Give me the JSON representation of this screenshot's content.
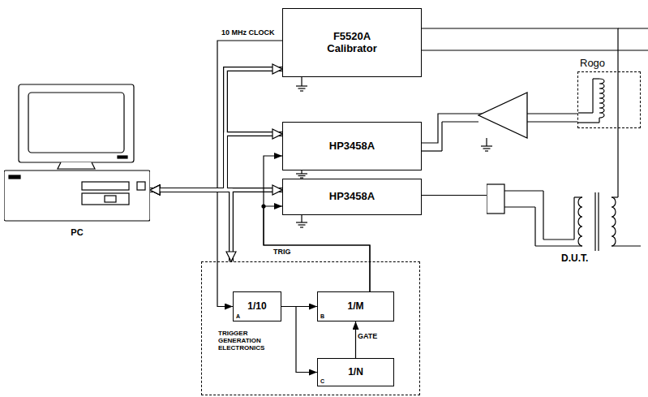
{
  "diagram": {
    "nodes": [
      {
        "text": [
          "F5520A Calibrator"
        ]
      },
      {
        "text": [
          "HP3458A"
        ]
      },
      {
        "text": [
          "Rogo"
        ]
      },
      {
        "text": [
          "HP3458A"
        ]
      },
      {
        "text": [
          "PC"
        ]
      },
      {
        "text": [
          "D.U.T."
        ]
      },
      {
        "text": [
          "TRIGGER GENERATION ELECTRONICS"
        ]
      },
      {
        "text": [
          "1/10",
          "A"
        ],
        "in": 6
      },
      {
        "text": [
          "1/M",
          "B"
        ],
        "in": 6
      },
      {
        "text": [
          "1/N",
          "C"
        ],
        "in": 6
      }
    ],
    "edges": [
      {
        "from": 0,
        "to": 7,
        "arrow": "to",
        "label": "10 MHz CLOCK"
      },
      {
        "from": 4,
        "to": 0,
        "arrow": "both"
      },
      {
        "from": 4,
        "to": 1,
        "arrow": "both"
      },
      {
        "from": 4,
        "to": 3,
        "arrow": "both"
      },
      {
        "from": 4,
        "to": 6,
        "arrow": "both"
      },
      {
        "from": 7,
        "to": 8,
        "arrow": "to"
      },
      {
        "from": 7,
        "to": 9,
        "arrow": "to"
      },
      {
        "from": 9,
        "to": 8,
        "arrow": "to",
        "label": "GATE"
      },
      {
        "from": 8,
        "to": 1,
        "arrow": "to"
      },
      {
        "from": 8,
        "to": 3,
        "arrow": "to",
        "label": "TRIG"
      },
      {
        "from": 2,
        "to": 1,
        "arrow": "none"
      },
      {
        "from": 3,
        "to": 5,
        "arrow": "none"
      },
      {
        "from": 0,
        "to": 5,
        "arrow": "none"
      }
    ]
  }
}
